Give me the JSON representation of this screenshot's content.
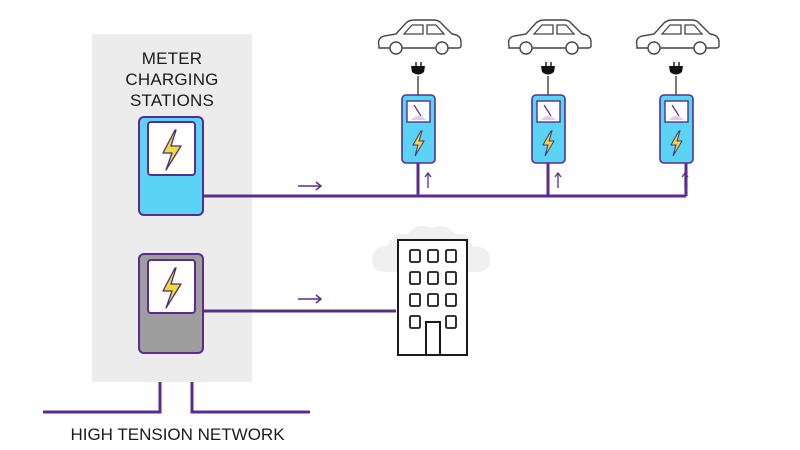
{
  "meter_panel": {
    "title_lines": [
      "METER",
      "CHARGING",
      "STATIONS"
    ]
  },
  "network": {
    "label": "HIGH TENSION NETWORK"
  },
  "icons": {
    "meters": [
      "charging-meter-icon",
      "building-meter-icon"
    ],
    "chargers": [
      "charging-station-icon",
      "charging-station-icon",
      "charging-station-icon"
    ],
    "vehicles": [
      "car-icon",
      "car-icon",
      "car-icon"
    ],
    "plugs": [
      "plug-icon",
      "plug-icon",
      "plug-icon"
    ],
    "building": "office-building-icon",
    "cloud": "cloud-icon"
  },
  "colors": {
    "panel_bg": "#ececec",
    "charging_meter": "#5bd3f5",
    "building_meter": "#9e9e9e",
    "line": "#5b2c8e",
    "bolt": "#f4d93a",
    "bolt_stroke": "#4a2d7a",
    "charger_body": "#5bd3f5",
    "gauge_needle": "#e05050",
    "gauge_fill": "#e8c6e8"
  }
}
